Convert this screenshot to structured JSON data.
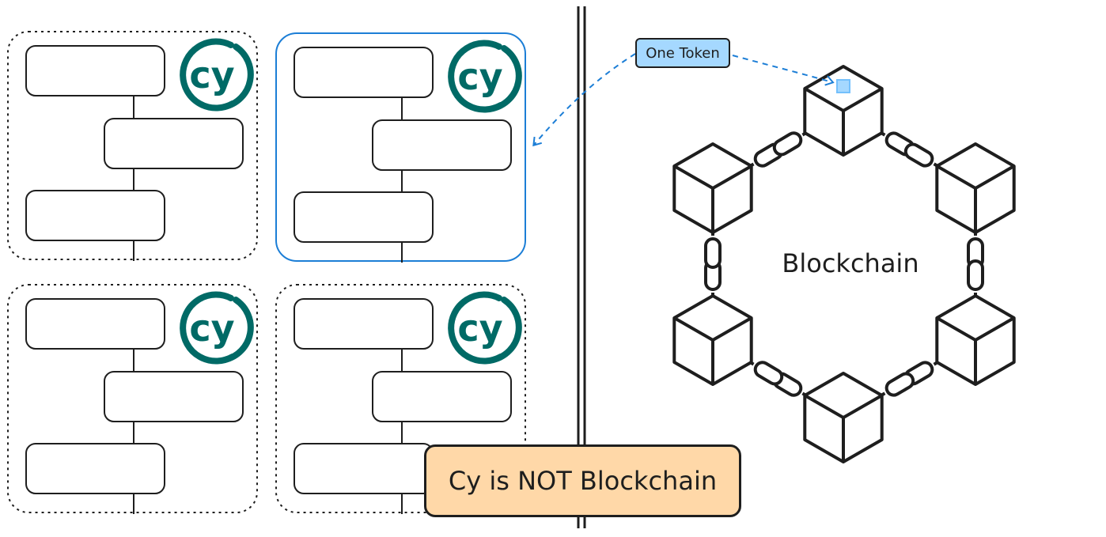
{
  "token_label": "One Token",
  "blockchain_label": "Blockchain",
  "banner_text": "Cy is NOT Blockchain",
  "logo_text": "cy",
  "colors": {
    "stroke": "#1e1e1e",
    "cypress_teal": "#006a66",
    "highlight_blue": "#1c7ed6",
    "token_fill": "#a5d8ff",
    "banner_fill": "#ffd8a8"
  },
  "cy_instances": [
    {
      "id": "cy-1",
      "highlighted": false
    },
    {
      "id": "cy-2",
      "highlighted": true
    },
    {
      "id": "cy-3",
      "highlighted": false
    },
    {
      "id": "cy-4",
      "highlighted": false
    }
  ],
  "blockchain_blocks": 6
}
